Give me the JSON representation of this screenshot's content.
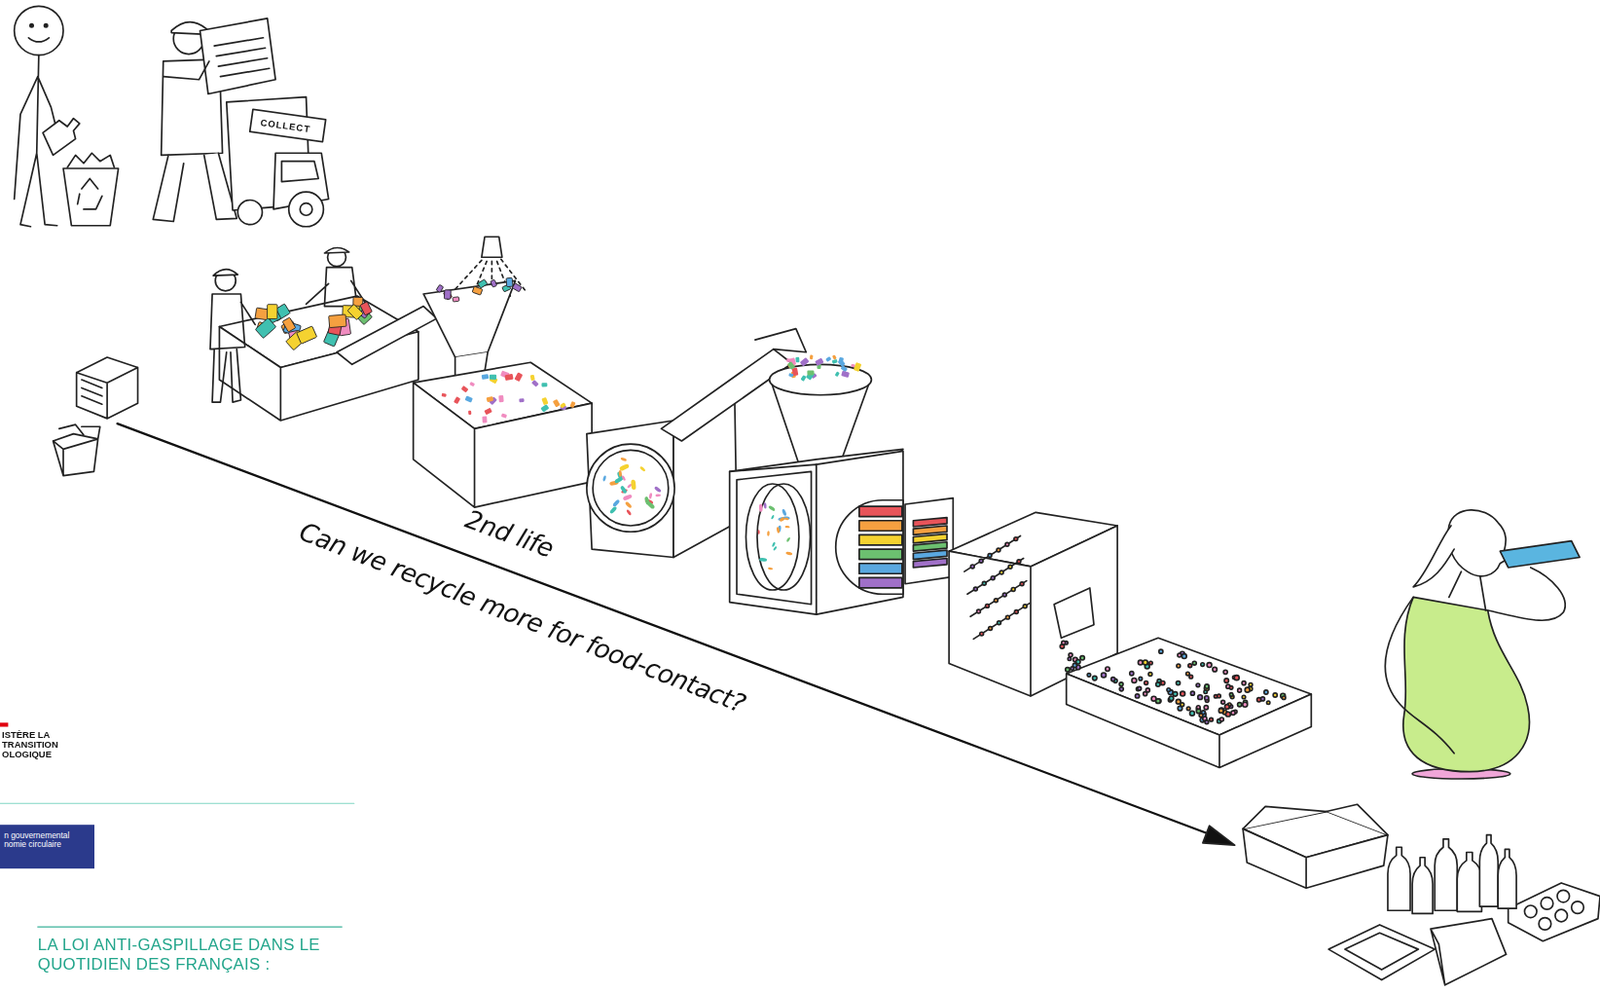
{
  "diagram": {
    "nodes": [
      {
        "text": [
          "n gouvernemental nomie circulaire"
        ]
      }
    ],
    "labels": [
      "Can we recycle more for food-contact?",
      "2nd life",
      "COLLECT",
      "ISTÈRE LA TRANSITION OLOGIQUE",
      "LA LOI ANTI-GASPILLAGE DANS LE QUOTIDIEN DES FRANÇAIS :"
    ]
  }
}
